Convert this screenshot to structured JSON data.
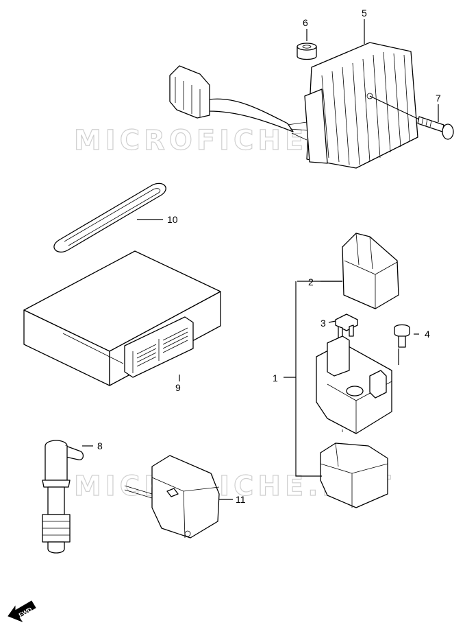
{
  "watermark": {
    "text_top": "MICROFICHE.NET",
    "text_bottom": "MICROFICHE.NET"
  },
  "callouts": {
    "p1": "1",
    "p2": "2",
    "p3": "3",
    "p4": "4",
    "p5": "5",
    "p6": "6",
    "p7": "7",
    "p8": "8",
    "p9": "9",
    "p10": "10",
    "p11": "11"
  },
  "direction": {
    "label": "FWD"
  },
  "icons": {
    "fwd": "fwd-arrow-icon"
  },
  "colors": {
    "line": "#000000",
    "background": "#ffffff",
    "watermark": "#cfcfcf"
  }
}
